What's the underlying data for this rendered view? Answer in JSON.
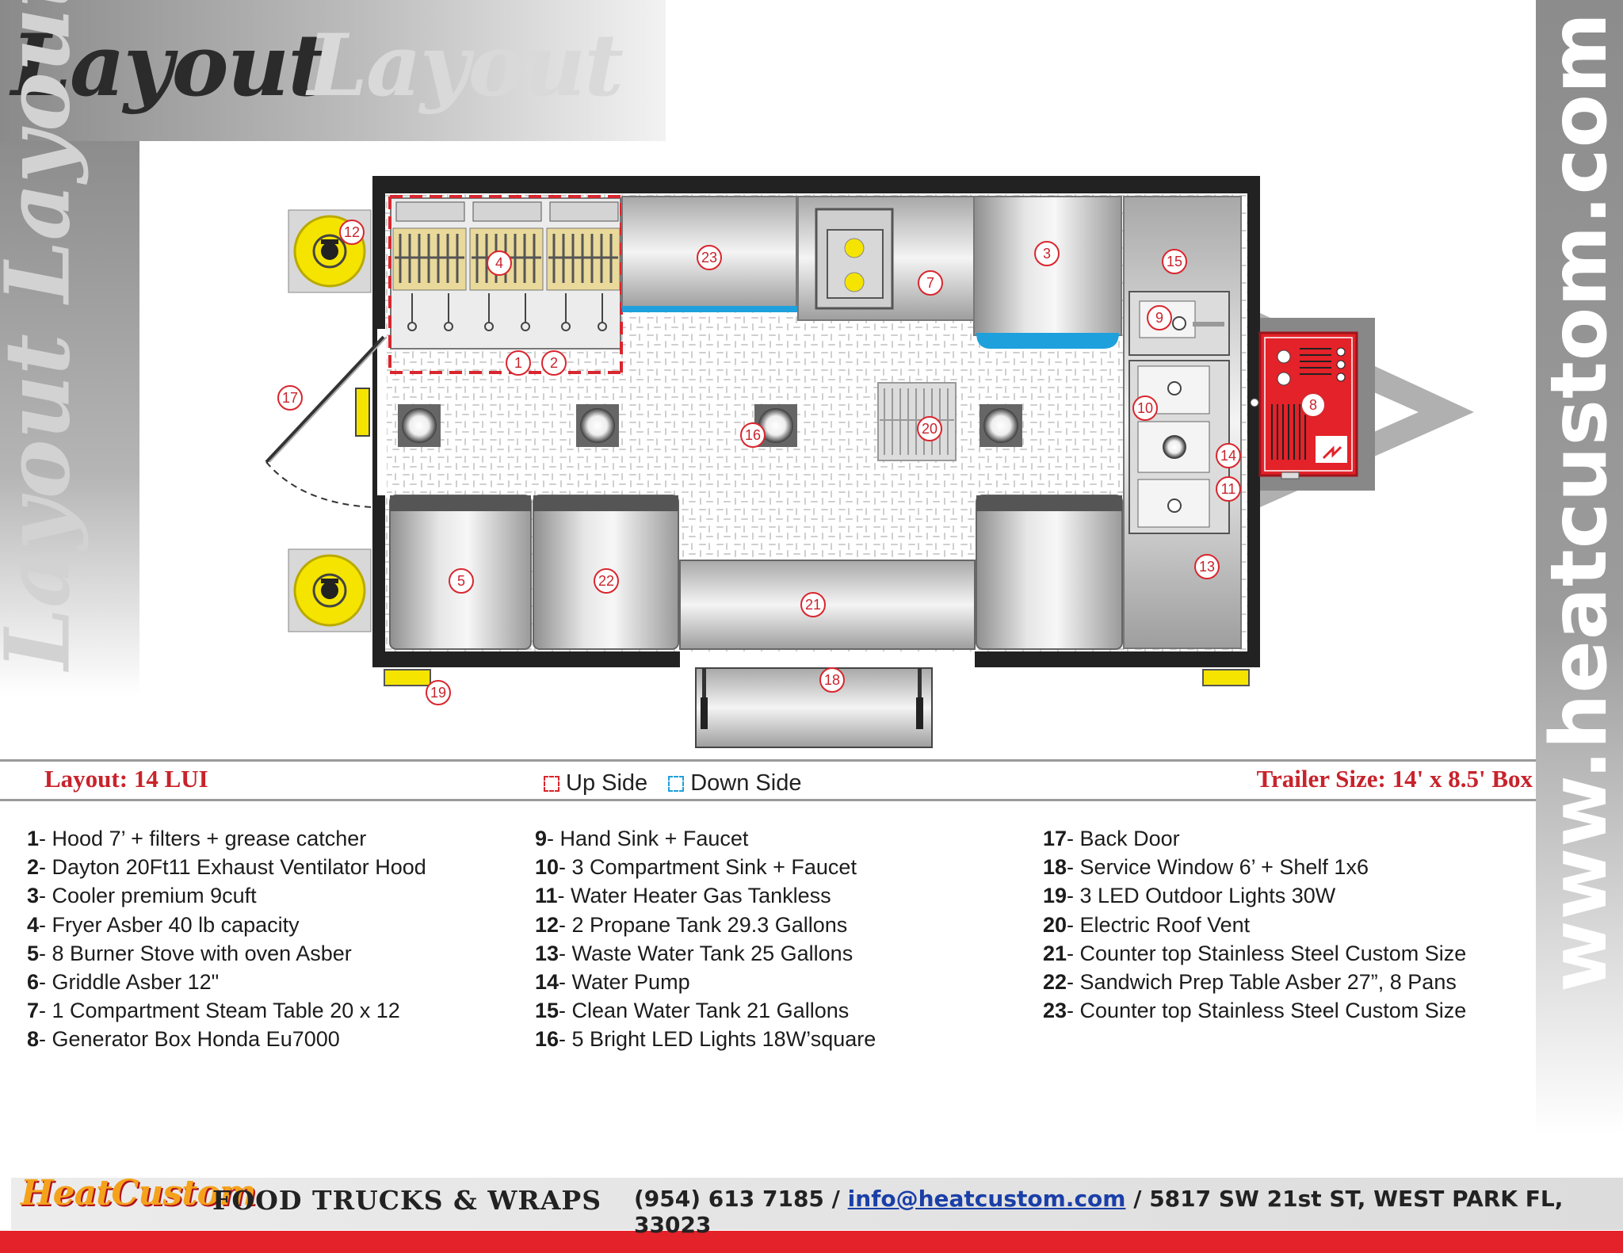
{
  "header": {
    "title_dark": "Layout",
    "title_light": "Layout",
    "side_script": "Layout Layout"
  },
  "side_url": "www.heatcustom.com",
  "info_bar": {
    "layout_label": "Layout: 14 LUI",
    "legend_up": "Up Side",
    "legend_down": "Down Side",
    "trailer_size": "Trailer Size: 14' x 8.5' Box"
  },
  "colors": {
    "accent_red": "#c8232c",
    "up_side": "#d9262e",
    "down_side": "#1ea0dc",
    "propane_yellow": "#f5e400",
    "generator_red": "#e32229"
  },
  "diagram_markers": [
    "1",
    "2",
    "3",
    "4",
    "5",
    "7",
    "8",
    "9",
    "10",
    "11",
    "12",
    "13",
    "14",
    "15",
    "16",
    "17",
    "18",
    "19",
    "20",
    "21",
    "22",
    "23"
  ],
  "specs": [
    {
      "num": "1",
      "text": "- Hood 7’ + filters + grease catcher"
    },
    {
      "num": "2",
      "text": "- Dayton 20Ft11 Exhaust Ventilator Hood"
    },
    {
      "num": "3",
      "text": "- Cooler premium 9cuft"
    },
    {
      "num": "4",
      "text": "- Fryer Asber 40 lb capacity"
    },
    {
      "num": "5",
      "text": "- 8 Burner Stove with oven Asber"
    },
    {
      "num": "6",
      "text": "- Griddle Asber 12\""
    },
    {
      "num": "7",
      "text": "- 1 Compartment Steam Table 20 x 12"
    },
    {
      "num": "8",
      "text": "- Generator Box Honda Eu7000"
    },
    {
      "num": "9",
      "text": "- Hand Sink + Faucet"
    },
    {
      "num": "10",
      "text": "-  3 Compartment Sink + Faucet"
    },
    {
      "num": "11",
      "text": "- Water Heater Gas Tankless"
    },
    {
      "num": "12",
      "text": "- 2 Propane Tank 29.3 Gallons"
    },
    {
      "num": "13",
      "text": "- Waste Water Tank 25 Gallons"
    },
    {
      "num": "14",
      "text": "- Water Pump"
    },
    {
      "num": "15",
      "text": "- Clean Water Tank 21 Gallons"
    },
    {
      "num": "16",
      "text": "- 5 Bright LED Lights 18W’square"
    },
    {
      "num": "17",
      "text": "- Back Door"
    },
    {
      "num": "18",
      "text": "- Service Window 6’ + Shelf 1x6"
    },
    {
      "num": "19",
      "text": "- 3 LED Outdoor Lights 30W"
    },
    {
      "num": "20",
      "text": "- Electric Roof Vent"
    },
    {
      "num": "21",
      "text": "- Counter top Stainless Steel Custom Size"
    },
    {
      "num": "22",
      "text": "- Sandwich Prep Table Asber 27”, 8 Pans"
    },
    {
      "num": "23",
      "text": "- Counter top Stainless Steel Custom Size"
    }
  ],
  "footer": {
    "logo": "HeatCustom",
    "brand": "FOOD TRUCKS & WRAPS",
    "phone": "(954) 613 7185",
    "sep1": " / ",
    "email": "info@heatcustom.com",
    "sep2": " / ",
    "address": "5817 SW 21st ST, WEST PARK FL, 33023"
  }
}
